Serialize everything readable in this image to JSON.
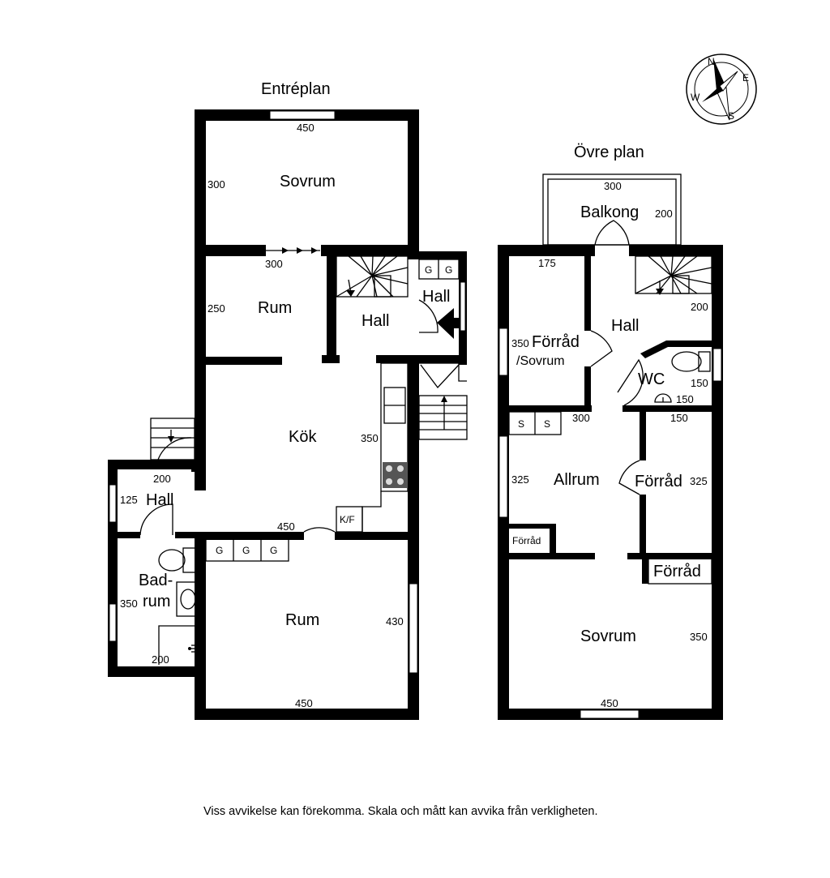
{
  "titles": {
    "entry_level": "Entréplan",
    "upper_level": "Övre plan"
  },
  "compass": {
    "n": "N",
    "e": "E",
    "s": "S",
    "w": "W"
  },
  "entry_level": {
    "rooms": {
      "sovrum": "Sovrum",
      "rum_top": "Rum",
      "hall_stair": "Hall",
      "hall_entry": "Hall",
      "kok": "Kök",
      "hall_side": "Hall",
      "bad_1": "Bad-",
      "bad_2": "rum",
      "rum_bottom": "Rum"
    },
    "fixtures": {
      "g": "G",
      "kf": "K/F"
    },
    "dimensions": {
      "sovrum_w": "450",
      "sovrum_h": "300",
      "rum_top_w": "300",
      "rum_top_h": "250",
      "kok_h": "350",
      "kok_w": "450",
      "hall_side_w": "200",
      "hall_side_h": "125",
      "bad_h": "350",
      "bad_w": "200",
      "rum_bottom_h": "430",
      "rum_bottom_w": "450"
    }
  },
  "upper_level": {
    "rooms": {
      "balkong": "Balkong",
      "forrad_sovrum_1": "Förråd",
      "forrad_sovrum_2": "/Sovrum",
      "hall": "Hall",
      "wc": "WC",
      "allrum": "Allrum",
      "forrad_right": "Förråd",
      "forrad_small": "Förråd",
      "forrad_box": "Förråd",
      "sovrum": "Sovrum"
    },
    "fixtures": {
      "s": "S"
    },
    "dimensions": {
      "balkong_w": "300",
      "balkong_h": "200",
      "forrad_sovrum_w": "175",
      "forrad_sovrum_h": "350",
      "hall_w": "200",
      "wc_h": "150",
      "wc_w1": "150",
      "wc_w2": "150",
      "allrum_w": "300",
      "allrum_h": "325",
      "forrad_right_h": "325",
      "sovrum_h": "350",
      "sovrum_w": "450"
    }
  },
  "footer": {
    "disclaimer": "Viss avvikelse kan förekomma. Skala och mått kan avvika från verkligheten."
  }
}
